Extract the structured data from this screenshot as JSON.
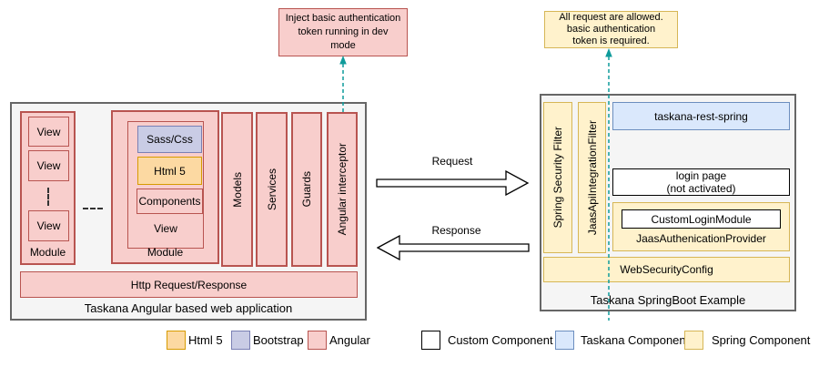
{
  "notes": {
    "dev_note": "Inject basic authentication\ntoken running in dev\nmode",
    "allowed_note": "All request are allowed.\nbasic authentication\ntoken is required."
  },
  "left_app": {
    "module1": {
      "views": [
        "View",
        "View",
        "View"
      ],
      "label": "Module"
    },
    "module2": {
      "sass": "Sass/Css",
      "html5": "Html 5",
      "components": "Components",
      "view_label": "View",
      "label": "Module"
    },
    "columns": [
      "Models",
      "Services",
      "Guards",
      "Angular interceptor"
    ],
    "http_bar": "Http Request/Response",
    "caption": "Taskana Angular based web application"
  },
  "arrows": {
    "request": "Request",
    "response": "Response"
  },
  "right_app": {
    "columns": [
      "Spring Security Filter",
      "JaasApiIntegrationFilter"
    ],
    "taskana_rest": "taskana-rest-spring",
    "login_page": "login page\n(not activated)",
    "custom_login": "CustomLoginModule",
    "jaas_provider": "JaasAuthenicationProvider",
    "web_security": "WebSecurityConfig",
    "caption": "Taskana SpringBoot Example"
  },
  "legend": {
    "items": [
      {
        "label": "Html 5",
        "fill": "#fcd9a2",
        "border": "#d79b00"
      },
      {
        "label": "Bootstrap",
        "fill": "#c9cce5",
        "border": "#7a80b4"
      },
      {
        "label": "Angular",
        "fill": "#f8cecc",
        "border": "#b85450"
      },
      {
        "label": "Custom Component",
        "fill": "#ffffff",
        "border": "#000000"
      },
      {
        "label": "Taskana Component",
        "fill": "#dae8fc",
        "border": "#6c8ebf"
      },
      {
        "label": "Spring Component",
        "fill": "#fff2cc",
        "border": "#d6b656"
      }
    ]
  },
  "colors": {
    "angular_fill": "#f8cecc",
    "angular_border": "#b85450",
    "html5_fill": "#fcd9a2",
    "html5_border": "#d79b00",
    "bootstrap_fill": "#c9cce5",
    "bootstrap_border": "#7a80b4",
    "taskana_fill": "#dae8fc",
    "taskana_border": "#6c8ebf",
    "spring_fill": "#fff2cc",
    "spring_border": "#d6b656",
    "custom_fill": "#ffffff",
    "custom_border": "#000000",
    "connector_teal": "#0f9b9b",
    "container_fill": "#f5f5f5",
    "container_border": "#666666"
  }
}
